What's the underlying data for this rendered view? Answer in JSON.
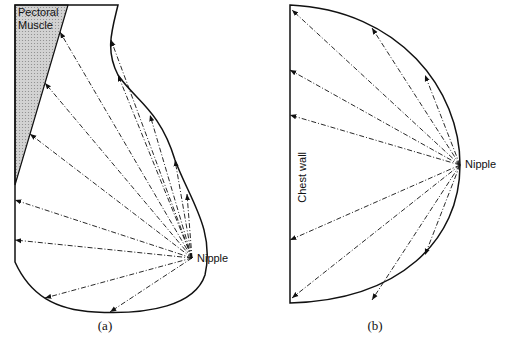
{
  "diagram": {
    "labels": [
      "Pectoral Muscle",
      "Nipple",
      "(a)",
      "Chest wall",
      "Nipple",
      "(b)"
    ]
  }
}
